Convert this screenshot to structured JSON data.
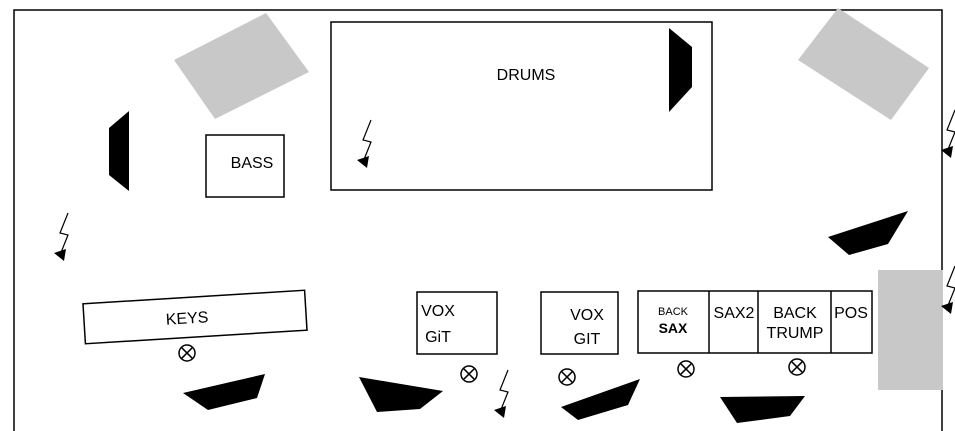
{
  "stage_plot": {
    "drums": "DRUMS",
    "bass": "BASS",
    "keys": "KEYS",
    "vox_git_1": [
      "VOX",
      "GiT"
    ],
    "vox_git_2": [
      "VOX",
      "GIT"
    ],
    "back_sax": [
      "BACK",
      "SAX"
    ],
    "sax2": "SAX2",
    "back_trump": [
      "BACK",
      "TRUMP"
    ],
    "pos": "POS"
  },
  "colors": {
    "outline": "#000000",
    "monitor": "#000000",
    "side_fill": "#c8c8c8",
    "background": "#ffffff"
  },
  "icons": [
    "power-outlet-icon",
    "lightning-bolt-icon",
    "wedge-monitor-icon",
    "speaker-stack-icon"
  ]
}
